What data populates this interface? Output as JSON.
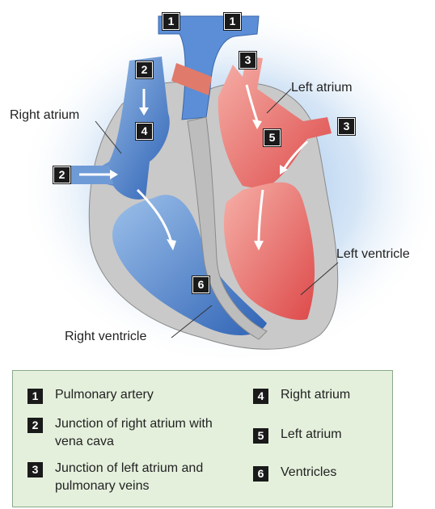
{
  "labels": {
    "right_atrium": "Right atrium",
    "left_atrium": "Left atrium",
    "left_ventricle": "Left ventricle",
    "right_ventricle": "Right ventricle"
  },
  "markers": {
    "m1a": "1",
    "m1b": "1",
    "m2a": "2",
    "m2b": "2",
    "m3a": "3",
    "m3b": "3",
    "m4": "4",
    "m5": "5",
    "m6": "6"
  },
  "legend": [
    {
      "num": "1",
      "text": "Pulmonary artery"
    },
    {
      "num": "2",
      "text": "Junction of right atrium with vena cava"
    },
    {
      "num": "3",
      "text": "Junction of left atrium and pulmonary veins"
    },
    {
      "num": "4",
      "text": "Right atrium"
    },
    {
      "num": "5",
      "text": "Left atrium"
    },
    {
      "num": "6",
      "text": "Ventricles"
    }
  ],
  "colors": {
    "right_side": "#4a7fc8",
    "left_side": "#e05a5a",
    "wall": "#c8c8c8",
    "legend_bg": "#e4f0dc"
  }
}
